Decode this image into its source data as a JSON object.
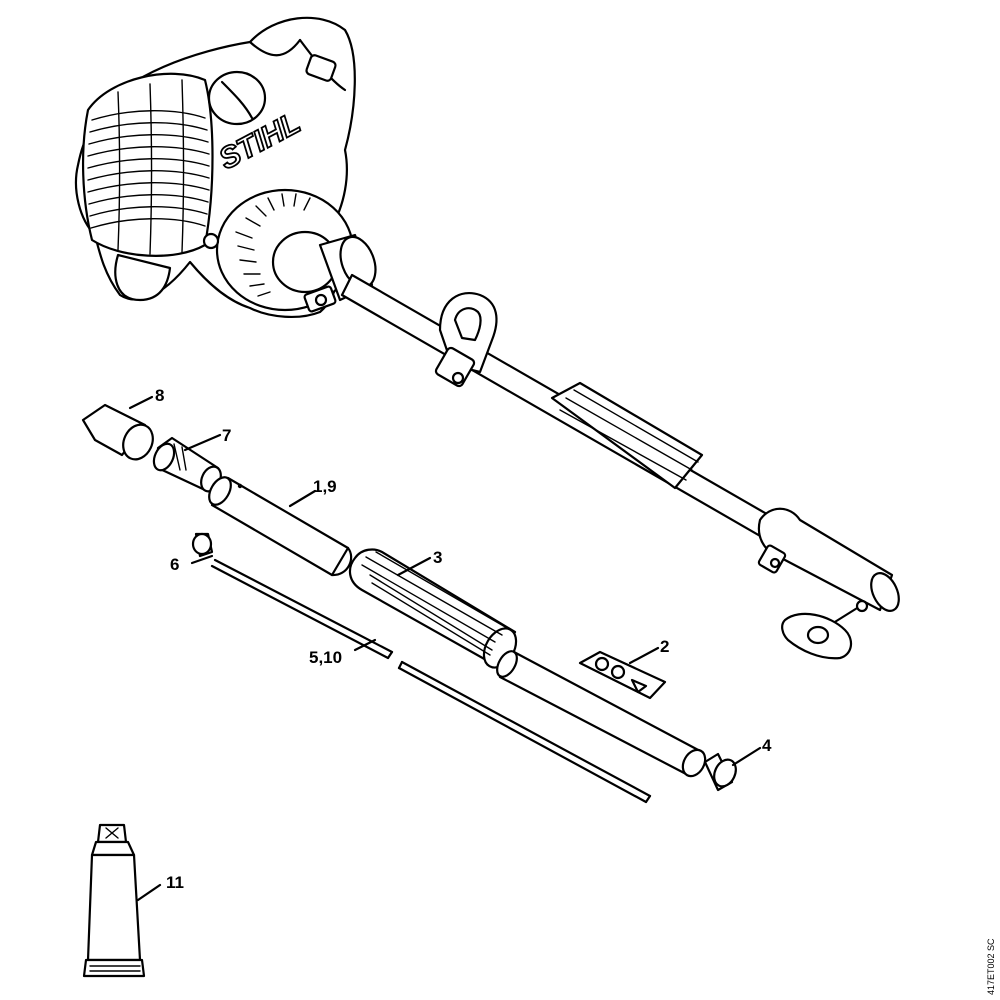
{
  "brand_logo": "STIHL",
  "drawing_reference": "417ET002 SC",
  "callouts": {
    "c1_9": "1,9",
    "c2": "2",
    "c3": "3",
    "c4": "4",
    "c5_10": "5,10",
    "c6": "6",
    "c7": "7",
    "c8": "8",
    "c11": "11"
  }
}
